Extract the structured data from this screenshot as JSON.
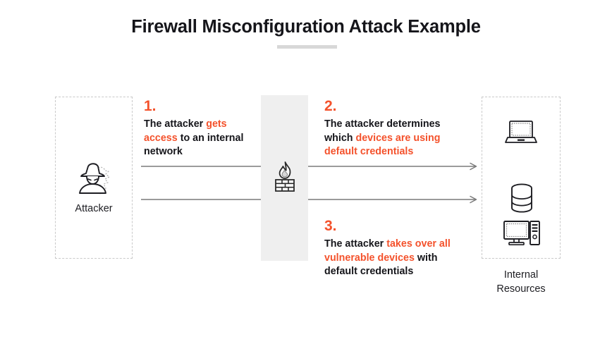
{
  "page": {
    "title": "Firewall Misconfiguration Attack Example"
  },
  "colors": {
    "accent": "#f4522c",
    "text": "#15151a",
    "band": "#efefef",
    "rule": "#d8d8d8",
    "arrow": "#7a7a7a",
    "panel_border": "#c9c9c9"
  },
  "nodes": {
    "attacker": {
      "label": "Attacker",
      "icon": "attacker-icon"
    },
    "firewall": {
      "icon": "firewall-icon"
    },
    "resources": {
      "label_line1": "Internal",
      "label_line2": "Resources",
      "icons": [
        "laptop-icon",
        "database-icon",
        "desktop-icon"
      ]
    }
  },
  "steps": [
    {
      "number": "1.",
      "parts": [
        {
          "text": "The attacker ",
          "highlight": false
        },
        {
          "text": "gets access",
          "highlight": true
        },
        {
          "text": " to an internal network",
          "highlight": false
        }
      ]
    },
    {
      "number": "2.",
      "parts": [
        {
          "text": "The attacker determines which ",
          "highlight": false
        },
        {
          "text": "devices are using default credentials",
          "highlight": true
        }
      ]
    },
    {
      "number": "3.",
      "parts": [
        {
          "text": "The attacker ",
          "highlight": false
        },
        {
          "text": "takes over all vulnerable devices",
          "highlight": true
        },
        {
          "text": " with default credentials",
          "highlight": false
        }
      ]
    }
  ],
  "arrows": [
    {
      "name": "arrow-attacker-to-resources-1"
    },
    {
      "name": "arrow-attacker-to-resources-2"
    }
  ]
}
